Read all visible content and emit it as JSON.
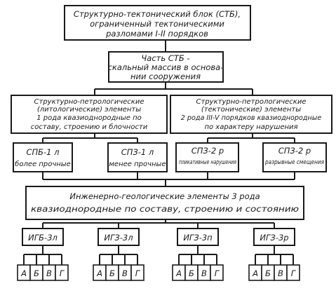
{
  "colors": {
    "ink": "#1a1a1a",
    "paper": "#ffffff"
  },
  "top_block": {
    "lines": [
      "Структурно-тектонический блок (СТБ),",
      "ограниченный тектоническими",
      "разломами I-II порядков"
    ]
  },
  "part_block": {
    "lines": [
      "Часть СТБ -",
      "скальный массив в основа-",
      "нии сооружения"
    ]
  },
  "left_elements": {
    "lines": [
      "Структурно-петрологические",
      "(литологические) элементы",
      "1 рода квазиоднородные по",
      "составу, строению и блочности"
    ]
  },
  "right_elements": {
    "lines": [
      "Структурно-петрологические",
      "(тектонические) элементы",
      "2 рода III-V порядков квазиоднородные",
      "по характеру нарушения"
    ]
  },
  "level3": [
    {
      "code": "СПБ-1 л",
      "desc": "более прочные"
    },
    {
      "code": "СПЗ-1 л",
      "desc": "менее прочные"
    },
    {
      "code": "СПЗ-2 р",
      "desc": "пликативные нарушения"
    },
    {
      "code": "СПЗ-2 р",
      "desc": "разрывные смещения"
    }
  ],
  "engineering_block": {
    "lines": [
      "Инженерно-геологические элементы 3 рода",
      "квазиоднородные по составу, строению и состоянию"
    ]
  },
  "level5": [
    "ИГБ-3л",
    "ИГЗ-3л",
    "ИГЗ-3п",
    "ИГЗ-3р"
  ],
  "subcells": [
    "А",
    "Б",
    "В",
    "Г"
  ]
}
